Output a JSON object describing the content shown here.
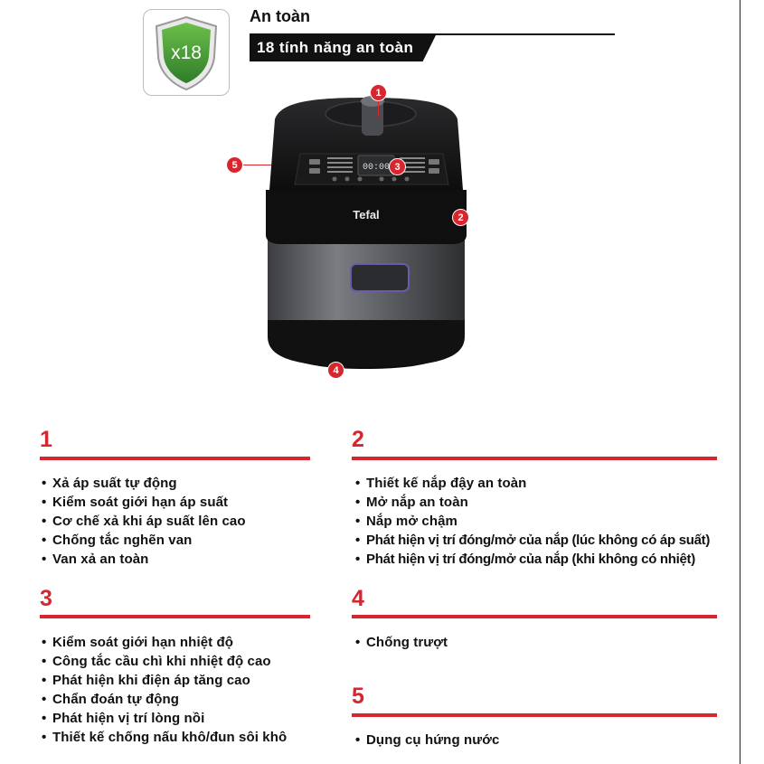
{
  "header": {
    "badge_text": "x18",
    "title": "An toàn",
    "subtitle": "18 tính năng an toàn"
  },
  "product": {
    "brand": "Tefal",
    "display_value": "00:00",
    "callouts": [
      "1",
      "2",
      "3",
      "4",
      "5"
    ]
  },
  "colors": {
    "accent_red": "#d7262d",
    "shield_green": "#3e9a3a",
    "text_black": "#111111"
  },
  "sections": [
    {
      "number": "1",
      "items": [
        "Xả áp suất tự động",
        "Kiểm soát giới hạn áp suất",
        "Cơ chế xả khi áp suất lên cao",
        "Chống tắc nghẽn van",
        "Van xả an toàn"
      ]
    },
    {
      "number": "2",
      "items": [
        "Thiết kế nắp đậy an toàn",
        "Mở nắp an toàn",
        "Nắp mở chậm",
        "Phát hiện vị trí đóng/mở của nắp (lúc không có áp suất)",
        "Phát hiện vị trí đóng/mở của nắp (khi không có nhiệt)"
      ]
    },
    {
      "number": "3",
      "items": [
        "Kiểm soát giới hạn nhiệt độ",
        "Công tắc cầu chì khi nhiệt độ cao",
        "Phát hiện khi điện áp tăng cao",
        "Chẩn đoán tự động",
        "Phát hiện vị trí lòng nồi",
        "Thiết kế chống nấu khô/đun sôi khô"
      ]
    },
    {
      "number": "4",
      "items": [
        "Chống trượt"
      ]
    },
    {
      "number": "5",
      "items": [
        "Dụng cụ hứng nước"
      ]
    }
  ],
  "bullet": "•"
}
